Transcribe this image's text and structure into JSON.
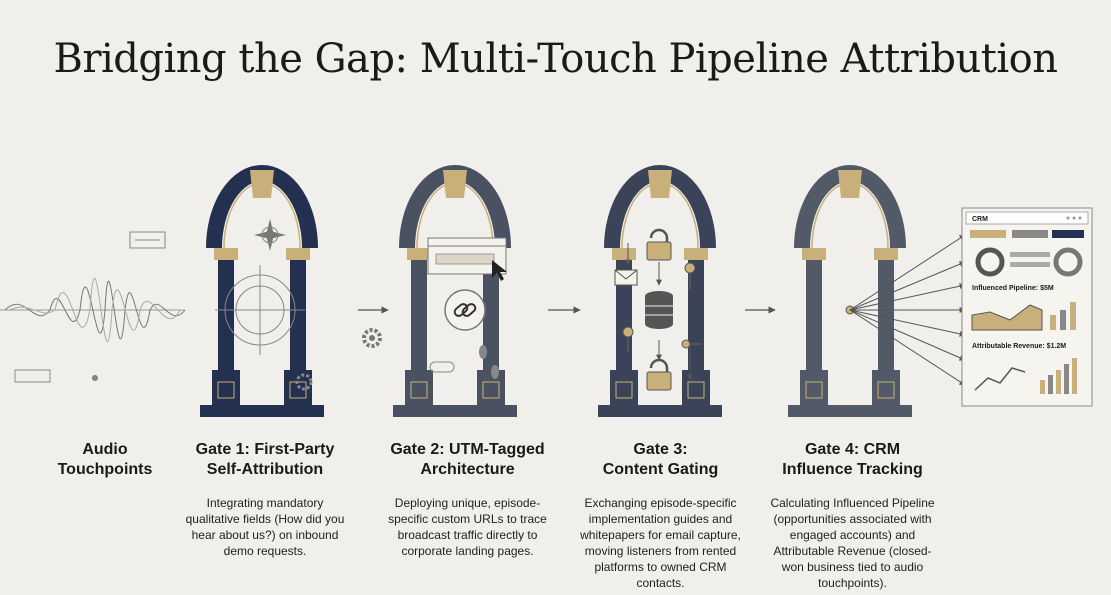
{
  "title": "Bridging the Gap: Multi-Touch Pipeline Attribution",
  "colors": {
    "navy": "#24304f",
    "slate": "#4a5262",
    "gold": "#c9b07a",
    "background": "#f0efeb",
    "line": "#555555"
  },
  "stages": [
    {
      "heading": "Audio\nTouchpoints",
      "description": ""
    },
    {
      "heading": "Gate 1: First-Party\nSelf-Attribution",
      "description": "Integrating mandatory qualitative fields (How did you hear about us?) on inbound demo requests."
    },
    {
      "heading": "Gate 2: UTM-Tagged\nArchitecture",
      "description": "Deploying unique, episode-specific custom URLs to trace broadcast traffic directly to corporate landing pages."
    },
    {
      "heading": "Gate 3:\nContent Gating",
      "description": "Exchanging episode-specific implementation guides and whitepapers for email capture, moving listeners from rented platforms to owned CRM contacts."
    },
    {
      "heading": "Gate 4: CRM\nInfluence Tracking",
      "description": "Calculating Influenced Pipeline (opportunities associated with engaged accounts) and Attributable Revenue (closed-won business tied to audio touchpoints)."
    }
  ],
  "crm": {
    "header": "CRM",
    "influenced_pipeline": "Influenced Pipeline: $5M",
    "attributable_revenue": "Attributable Revenue: $1.2M"
  },
  "icons": [
    "waveform-icon",
    "compass-icon",
    "gear-icon",
    "browser-window-icon",
    "cursor-icon",
    "chain-link-icon",
    "footprints-icon",
    "lock-icon",
    "database-icon",
    "envelope-icon",
    "key-icon",
    "dashboard-icon"
  ]
}
